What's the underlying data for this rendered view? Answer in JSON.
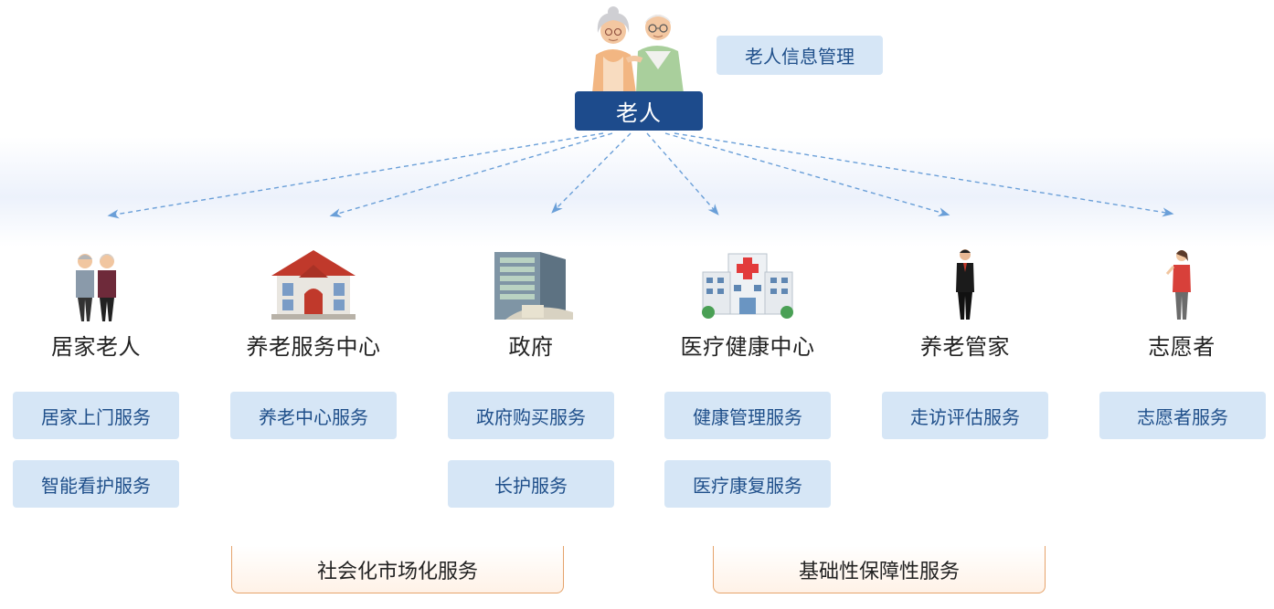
{
  "center": {
    "label": "老人",
    "info_button": "老人信息管理"
  },
  "categories": [
    {
      "title": "居家老人",
      "icon": "elderly-couple-icon"
    },
    {
      "title": "养老服务中心",
      "icon": "care-center-building-icon"
    },
    {
      "title": "政府",
      "icon": "government-building-icon"
    },
    {
      "title": "医疗健康中心",
      "icon": "hospital-icon"
    },
    {
      "title": "养老管家",
      "icon": "butler-person-icon"
    },
    {
      "title": "志愿者",
      "icon": "volunteer-person-icon"
    }
  ],
  "services": {
    "home": [
      "居家上门服务",
      "智能看护服务"
    ],
    "center": [
      "养老中心服务"
    ],
    "gov": [
      "政府购买服务",
      "长护服务"
    ],
    "medical": [
      "健康管理服务",
      "医疗康复服务"
    ],
    "butler": [
      "走访评估服务"
    ],
    "volunteer": [
      "志愿者服务"
    ]
  },
  "groups": {
    "market": "社会化市场化服务",
    "basic": "基础性保障性服务"
  },
  "colors": {
    "primary": "#1d4b8c",
    "service_bg": "#d6e6f6",
    "service_text": "#1f4f8a",
    "arrow": "#6a9fd8",
    "bracket": "#e5a36b"
  }
}
